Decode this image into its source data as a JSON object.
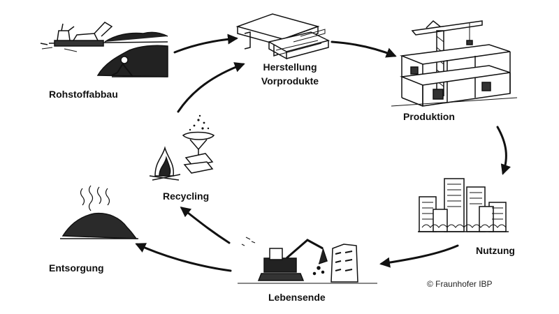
{
  "stages": {
    "rohstoff": "Rohstoffabbau",
    "herstellung_line1": "Herstellung",
    "herstellung_line2": "Vorprodukte",
    "produktion": "Produktion",
    "nutzung": "Nutzung",
    "lebensende": "Lebensende",
    "entsorgung": "Entsorgung",
    "recycling": "Recycling"
  },
  "copyright": "© Fraunhofer  IBP",
  "colors": {
    "ink": "#111111",
    "background": "#ffffff"
  }
}
